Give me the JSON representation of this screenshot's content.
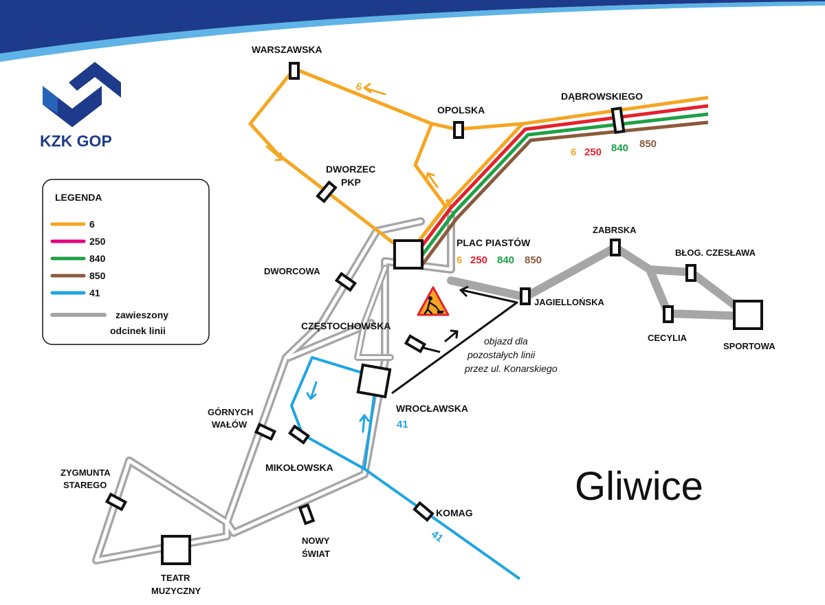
{
  "brand": {
    "name": "KZK GOP"
  },
  "city": "Gliwice",
  "legend": {
    "title": "LEGENDA",
    "items": [
      {
        "label": "6",
        "color": "#f5a623"
      },
      {
        "label": "250",
        "color": "#e6007e"
      },
      {
        "label": "840",
        "color": "#1fa046"
      },
      {
        "label": "850",
        "color": "#8b5a3c"
      },
      {
        "label": "41",
        "color": "#1ea5e3"
      }
    ],
    "suspended_line1": "zawieszony",
    "suspended_line2": "odcinek linii",
    "suspended_color": "#a6a6a6"
  },
  "line_colors": {
    "l6": "#f5a623",
    "l250": "#e3222c",
    "l840": "#1fa046",
    "l850": "#8b5a3c",
    "l41": "#1ea5e3",
    "suspended": "#a6a6a6"
  },
  "stops": {
    "warszawska": "WARSZAWSKA",
    "opolska": "OPOLSKA",
    "dabrowskiego": "DĄBROWSKIEGO",
    "dworzec1": "DWORZEC",
    "dworzec2": "PKP",
    "plac_piastow": "PLAC PIASTÓW",
    "dworcowa": "DWORCOWA",
    "czestochowska": "CZĘSTOCHOWSKA",
    "zabrska": "ZABRSKA",
    "blog_czeslawa": "BŁOG. CZESŁAWA",
    "jagiellonska": "JAGIELLOŃSKA",
    "cecylia": "CECYLIA",
    "sportowa": "SPORTOWA",
    "wroclawska": "WROCŁAWSKA",
    "gornych1": "GÓRNYCH",
    "gornych2": "WAŁÓW",
    "mikolowska": "MIKOŁOWSKA",
    "zygmunta1": "ZYGMUNTA",
    "zygmunta2": "STAREGO",
    "komag": "KOMAG",
    "nowy1": "NOWY",
    "nowy2": "ŚWIAT",
    "teatr1": "TEATR",
    "teatr2": "MUZYCZNY"
  },
  "line_numbers": {
    "dab_6": "6",
    "dab_250": "250",
    "dab_840": "840",
    "dab_850": "850",
    "plac_6": "6",
    "plac_250": "250",
    "plac_840": "840",
    "plac_850": "850",
    "route6_label": "6",
    "wroclawska_41": "41",
    "komag_41": "41"
  },
  "detour_note": {
    "line1": "objazd dla",
    "line2": "pozostałych linii",
    "line3": "przez ul. Konarskiego"
  }
}
